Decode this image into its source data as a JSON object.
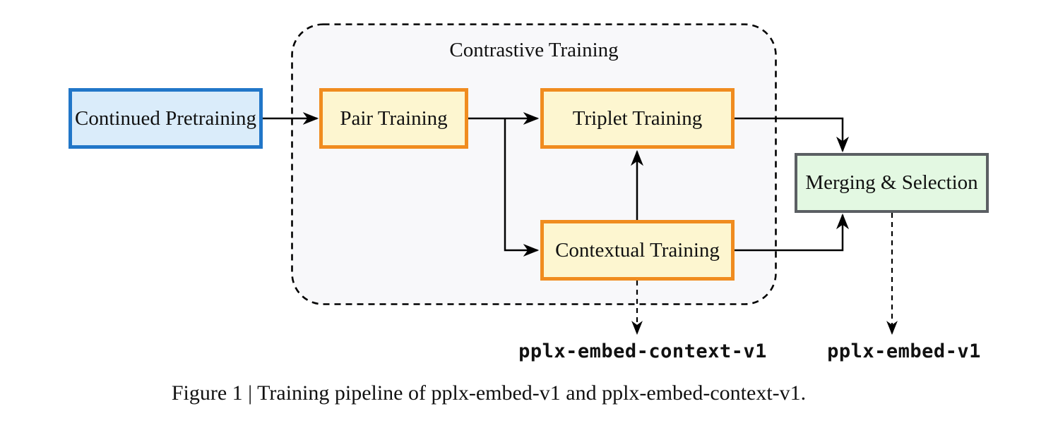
{
  "figure": {
    "caption": "Figure 1 | Training pipeline of pplx-embed-v1 and pplx-embed-context-v1."
  },
  "diagram": {
    "group_label": "Contrastive Training",
    "nodes": {
      "continued_pretraining": {
        "label": "Continued Pretraining"
      },
      "pair_training": {
        "label": "Pair Training"
      },
      "triplet_training": {
        "label": "Triplet Training"
      },
      "contextual_training": {
        "label": "Contextual Training"
      },
      "merging_selection": {
        "label": "Merging & Selection"
      }
    },
    "outputs": {
      "context_model": "pplx-embed-context-v1",
      "final_model": "pplx-embed-v1"
    },
    "colors": {
      "pretraining_border": "#2176c8",
      "pretraining_fill": "#daecfa",
      "training_border": "#f08c1f",
      "training_fill": "#fdf6d0",
      "merging_border": "#5b5f63",
      "merging_fill": "#e3f8e2",
      "group_fill": "#f8f8fa",
      "group_border": "#000000",
      "arrow": "#000000"
    }
  }
}
